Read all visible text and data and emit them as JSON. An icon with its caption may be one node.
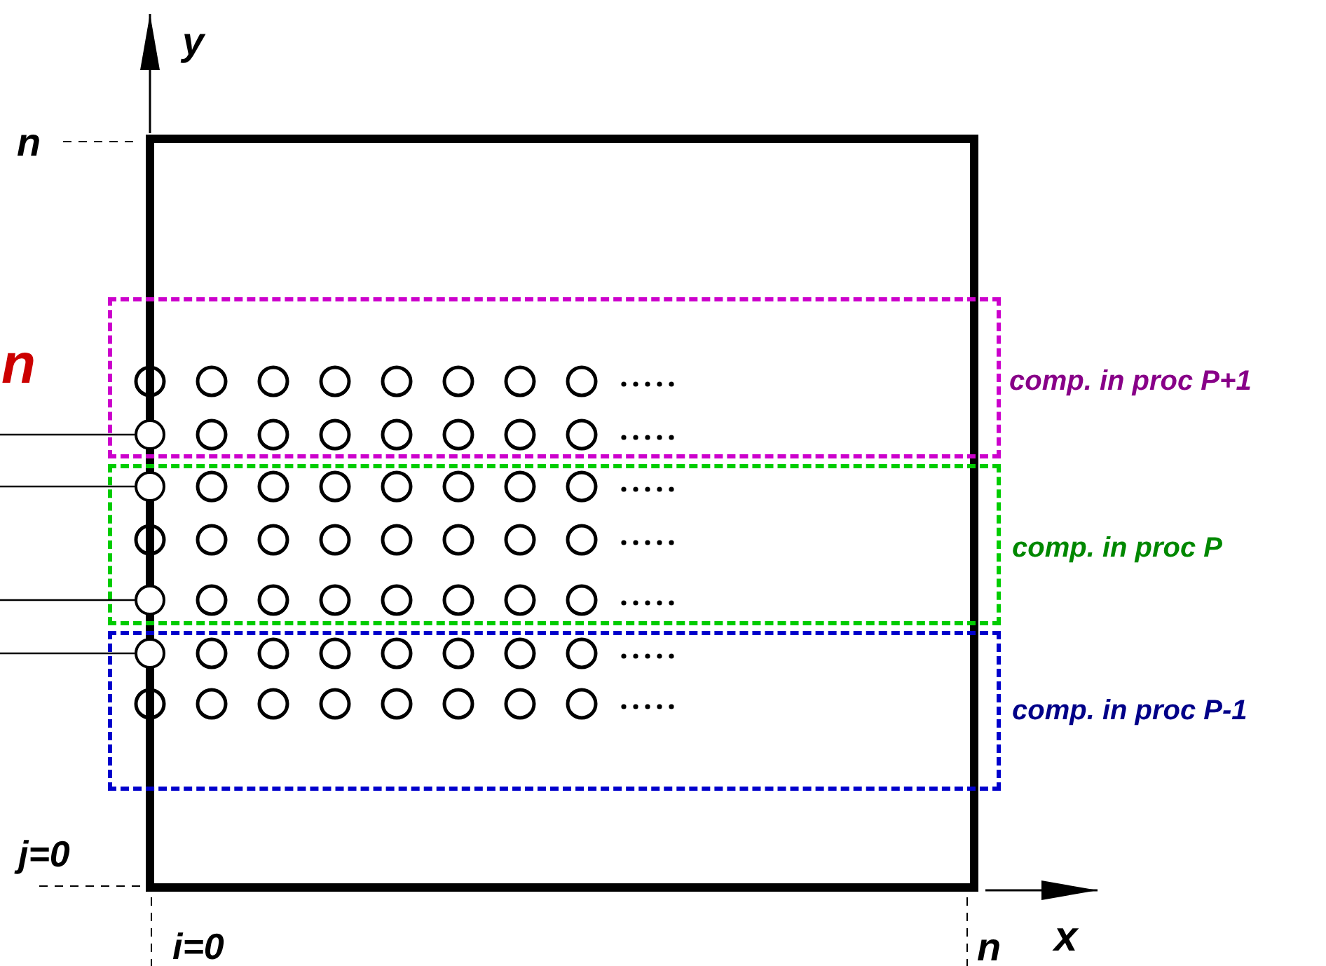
{
  "diagram": {
    "nodes": [
      {
        "text": [],
        "shape": "box"
      },
      {
        "text": [],
        "shape": "box",
        "beside": [
          "comp. in proc P+1"
        ]
      },
      {
        "text": [],
        "shape": "box",
        "beside": [
          "comp. in proc P"
        ]
      },
      {
        "text": [],
        "shape": "box",
        "beside": [
          "comp. in proc P-1"
        ]
      },
      {
        "text": [],
        "shape": "circle",
        "in": 1
      },
      {
        "text": [],
        "shape": "circle",
        "in": 2
      },
      {
        "text": [],
        "shape": "circle",
        "in": 2
      },
      {
        "text": [],
        "shape": "circle",
        "in": 3
      }
    ],
    "edges": [
      {
        "from": null,
        "to": 4,
        "arrow": "none"
      },
      {
        "from": null,
        "to": 5,
        "arrow": "none"
      },
      {
        "from": null,
        "to": 6,
        "arrow": "none"
      },
      {
        "from": null,
        "to": 7,
        "arrow": "none"
      }
    ],
    "labels": [
      "y",
      "n",
      "n",
      "j=0",
      "i=0",
      "n",
      "x"
    ]
  }
}
